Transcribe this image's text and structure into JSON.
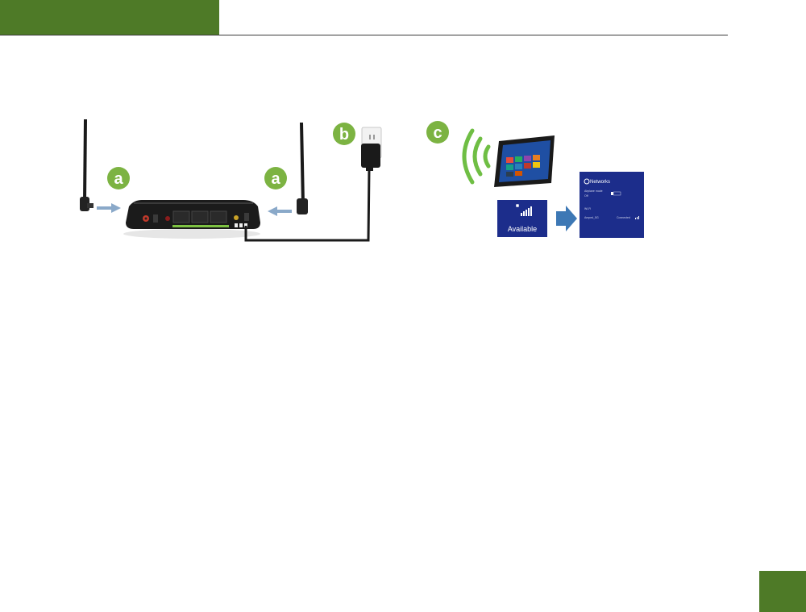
{
  "header": {
    "accent_color": "#4e7a27"
  },
  "steps": [
    {
      "id": "a",
      "label": "a",
      "target": "antenna"
    },
    {
      "id": "a2",
      "label": "a",
      "target": "antenna"
    },
    {
      "id": "b",
      "label": "b",
      "target": "power-adapter"
    },
    {
      "id": "c",
      "label": "c",
      "target": "wifi-connection"
    }
  ],
  "colors": {
    "step_badge": "#7cb342",
    "wifi_arc": "#6fbe44",
    "tile_blue": "#1c2d8b",
    "arrow_blue": "#3d78b5",
    "device_black": "#1a1a1a",
    "led_green": "#7dc242"
  },
  "wifi_tile": {
    "label": "Available",
    "icon": "wifi-signal-icon"
  },
  "networks_panel": {
    "title": "Networks",
    "lines": [
      "Airplane mode",
      "Off",
      "Wi-Fi",
      "Amped_5G",
      "Connected"
    ]
  }
}
